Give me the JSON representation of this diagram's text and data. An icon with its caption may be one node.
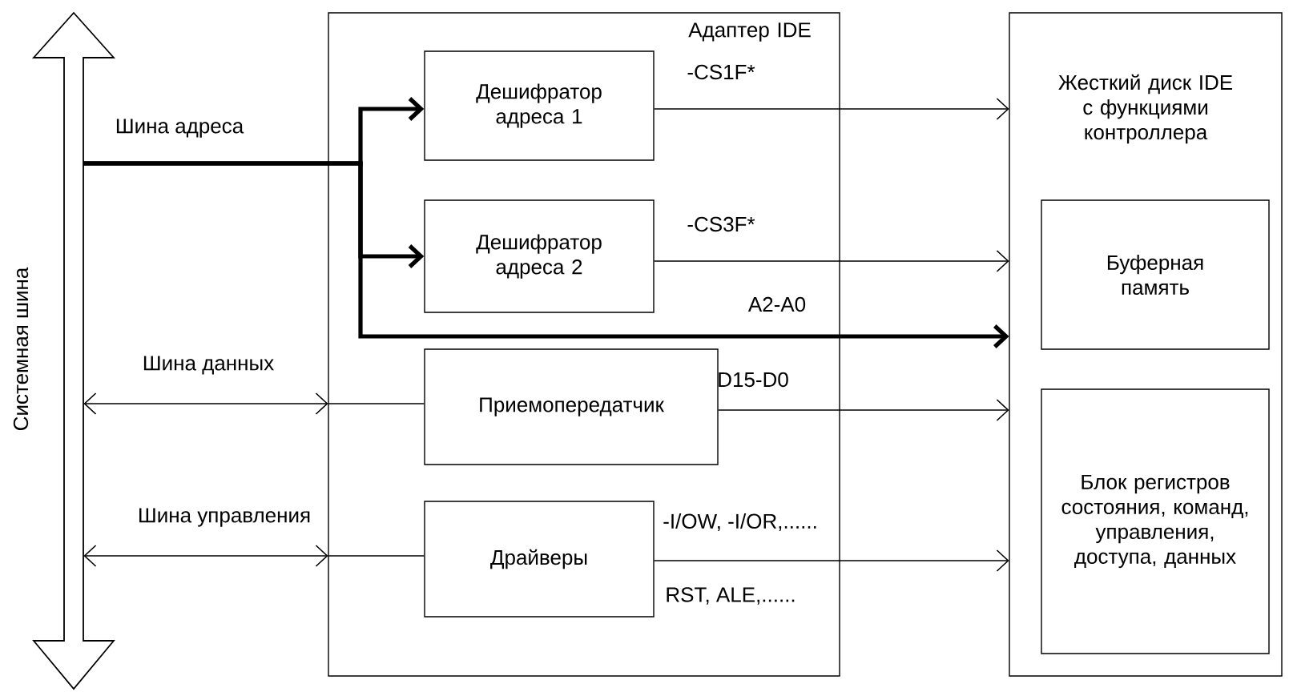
{
  "diagram": {
    "nodes": [
      {
        "text": [
          "Системная шина"
        ]
      },
      {
        "text": [
          "Адаптер IDE"
        ]
      },
      {
        "text": [
          "Дешифратор адреса 1"
        ],
        "in": 1
      },
      {
        "text": [
          "Дешифратор адреса 2"
        ],
        "in": 1
      },
      {
        "text": [
          "Приемопередатчик"
        ],
        "in": 1
      },
      {
        "text": [
          "Драйверы"
        ],
        "in": 1
      },
      {
        "text": [
          "Жесткий диск IDE с функциями контроллера"
        ]
      },
      {
        "text": [
          "Буферная память"
        ],
        "in": 6
      },
      {
        "text": [
          "Блок регистров состояния, команд, управления, доступа, данных"
        ],
        "in": 6
      }
    ],
    "edges": [
      {
        "from": 0,
        "to": 2,
        "arrow": "to",
        "label": "Шина адреса",
        "style": "thick"
      },
      {
        "from": 0,
        "to": 3,
        "arrow": "to",
        "style": "thick"
      },
      {
        "from": 0,
        "to": 6,
        "arrow": "to",
        "label": "A2-A0",
        "style": "thick"
      },
      {
        "from": 2,
        "to": 6,
        "arrow": "to",
        "label": "-CS1F*"
      },
      {
        "from": 3,
        "to": 6,
        "arrow": "to",
        "label": "-CS3F*"
      },
      {
        "from": 0,
        "to": 1,
        "arrow": "both",
        "label": "Шина данных"
      },
      {
        "from": 1,
        "to": 4,
        "arrow": "none"
      },
      {
        "from": 4,
        "to": 6,
        "arrow": "to",
        "label": "D15-D0"
      },
      {
        "from": 0,
        "to": 1,
        "arrow": "both",
        "label": "Шина управления"
      },
      {
        "from": 1,
        "to": 5,
        "arrow": "none"
      },
      {
        "from": 5,
        "to": 6,
        "arrow": "to",
        "label": "-I/OW, -I/OR,......"
      }
    ],
    "labels": [
      "RST, ALE,......"
    ]
  }
}
